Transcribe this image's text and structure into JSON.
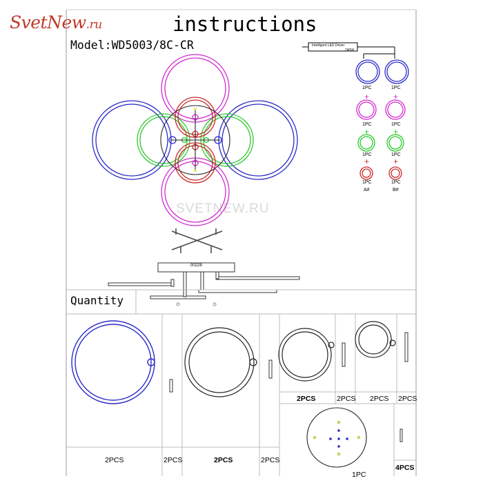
{
  "logo": {
    "text": "SvetNew",
    "suffix": ".ru"
  },
  "title": "instructions",
  "model": "Model:WD5003/8C-CR",
  "watermark": "SVETNEW.RU",
  "driver": {
    "line1": "Intelligent LED Driver",
    "line2": "240W"
  },
  "chain": {
    "unit": "1PC",
    "plus": "+",
    "group_a": "A#",
    "group_b": "B#"
  },
  "bar_label": "00228",
  "quantity_label": "Quantity",
  "parts": [
    {
      "qty": "2PCS",
      "bold": false
    },
    {
      "qty": "2PCS",
      "bold": false
    },
    {
      "qty": "2PCS",
      "bold": true
    },
    {
      "qty": "2PCS",
      "bold": false
    },
    {
      "qty": "2PCS",
      "bold": true
    },
    {
      "qty": "2PCS",
      "bold": false
    },
    {
      "qty": "2PCS",
      "bold": false
    },
    {
      "qty": "2PCS",
      "bold": false
    },
    {
      "qty": "1PC",
      "bold": false
    },
    {
      "qty": "4PCS",
      "bold": true
    }
  ],
  "colors": {
    "blue": "#2a2ac8",
    "magenta": "#d02ad0",
    "green": "#2ac82a",
    "red": "#c82a2a",
    "black": "#222222"
  }
}
